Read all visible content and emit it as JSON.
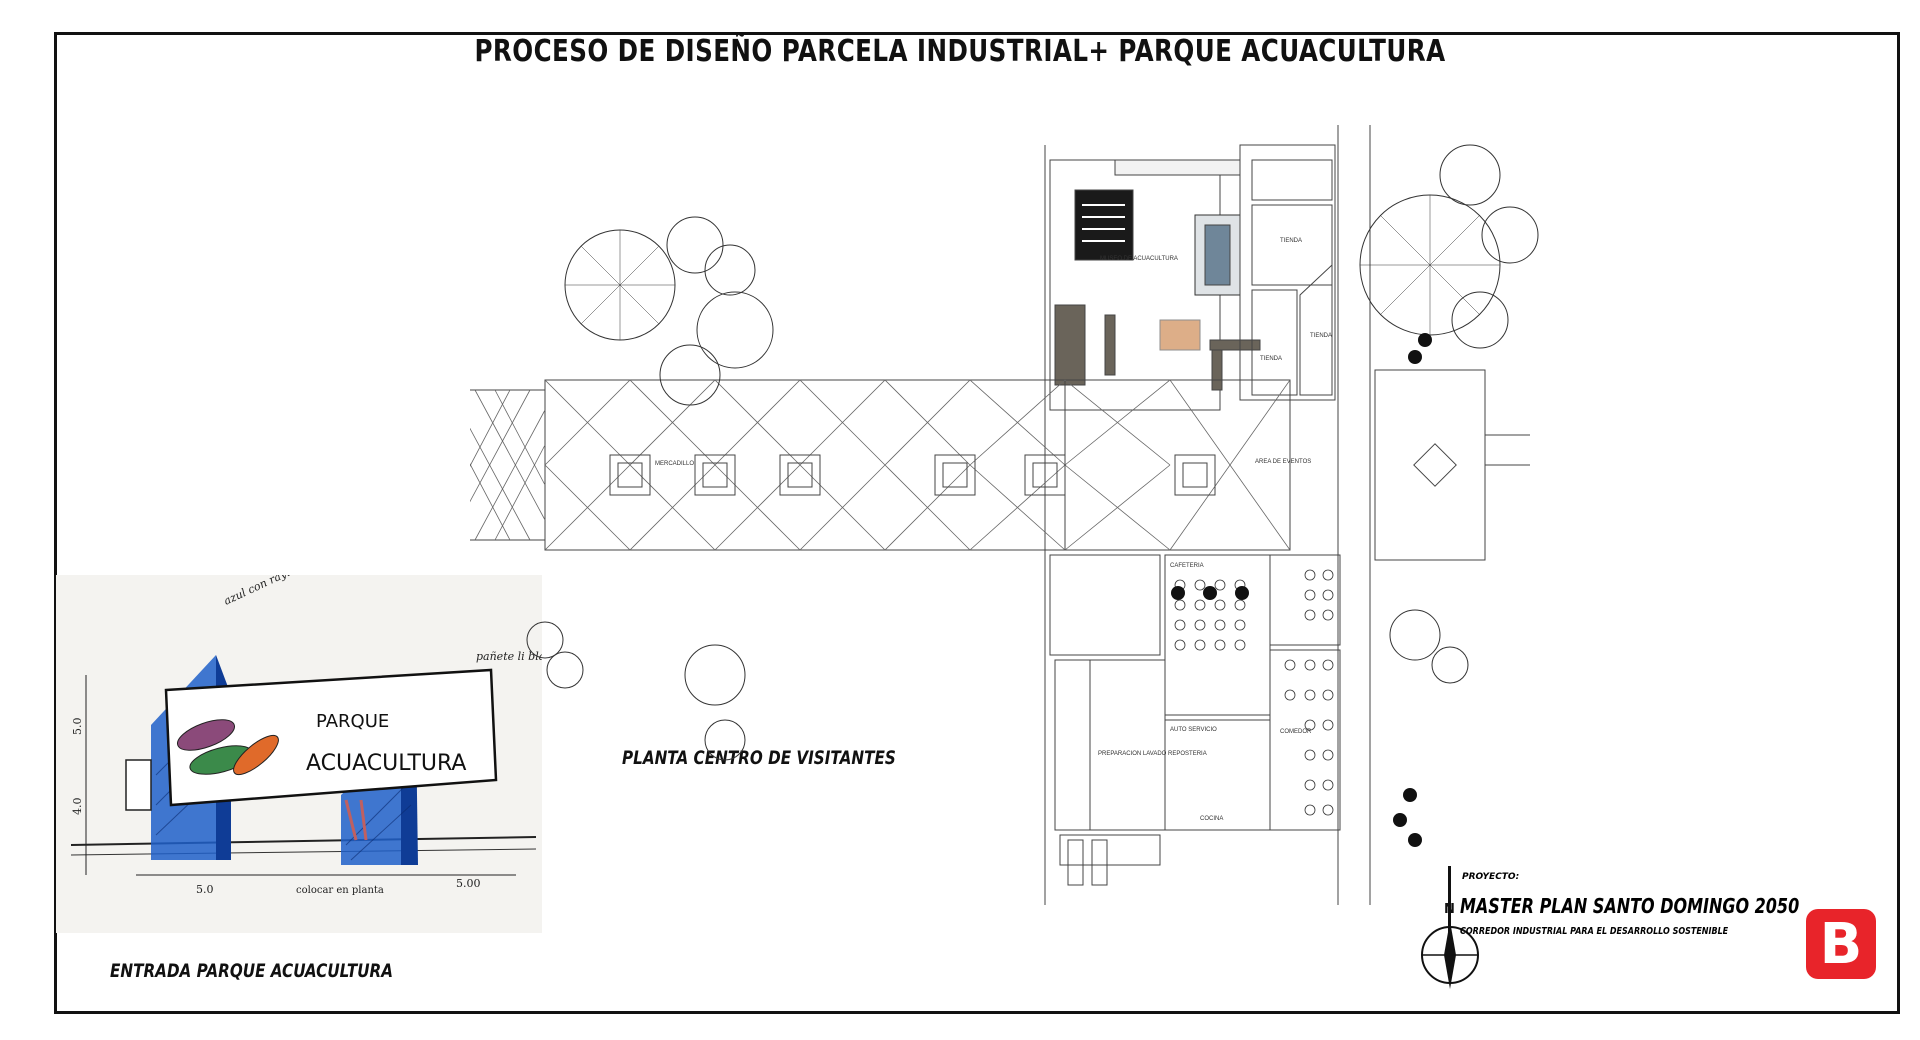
{
  "title": "PROCESO DE DISEÑO PARCELA INDUSTRIAL+ PARQUE ACUACULTURA",
  "labels": {
    "planta": "PLANTA CENTRO DE VISITANTES",
    "entrada": "ENTRADA PARQUE ACUACULTURA"
  },
  "sketch": {
    "sign_line1": "PARQUE",
    "sign_line2": "ACUACULTURA",
    "note_top": "azul con rayitas",
    "note_right": "pañete li blanco",
    "dim_left1": "5.0",
    "dim_left2": "4.0",
    "dim_bottom1": "5.0",
    "dim_bottom2": "5.00",
    "note_bottom": "colocar en planta"
  },
  "plan_labels": {
    "museo": "MUSEO DE ACUACULTURA",
    "tienda1": "TIENDA",
    "tienda2": "TIENDA",
    "tienda3": "TIENDA",
    "mercadillo": "MERCADILLO",
    "area_eventos": "AREA DE EVENTOS",
    "cafeteria": "CAFETERIA",
    "auto_servicio": "AUTO SERVICIO",
    "comedor": "COMEDOR",
    "preparacion": "PREPARACION LAVADO REPOSTERIA",
    "cocina": "COCINA"
  },
  "north": {
    "letter": "N"
  },
  "project": {
    "label": "PROYECTO:",
    "name": "MASTER PLAN SANTO DOMINGO 2050",
    "subtitle": "CORREDOR INDUSTRIAL PARA EL DESARROLLO SOSTENIBLE"
  },
  "logo": {
    "letter": "B",
    "color": "#e8242a"
  }
}
